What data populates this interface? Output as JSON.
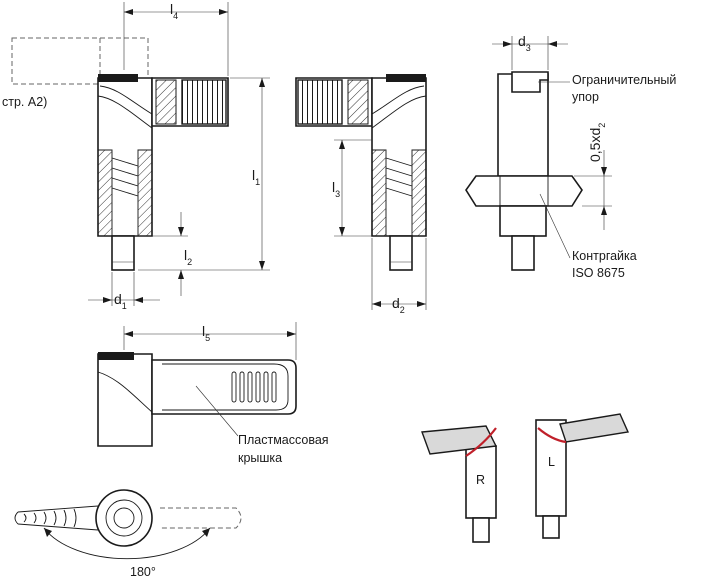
{
  "dimensions": {
    "l1": "l",
    "l1_sub": "1",
    "l2": "l",
    "l2_sub": "2",
    "l3": "l",
    "l3_sub": "3",
    "l4": "l",
    "l4_sub": "4",
    "l5": "l",
    "l5_sub": "5",
    "d1": "d",
    "d1_sub": "1",
    "d2": "d",
    "d2_sub": "2",
    "d3": "d",
    "d3_sub": "3",
    "xd2": "0,5xd",
    "xd2_sub": "2"
  },
  "notes": {
    "ref": "стр. A2)",
    "stop_line1": "Ограничительный",
    "stop_line2": "упор",
    "nut_line1": "Контргайка",
    "nut_line2": "ISO 8675",
    "cover_line1": "Пластмассовая",
    "cover_line2": "крышка",
    "angle": "180°",
    "right_mark": "R",
    "left_mark": "L"
  },
  "colors": {
    "line": "#1a1a1a",
    "accent": "#c0202a"
  }
}
